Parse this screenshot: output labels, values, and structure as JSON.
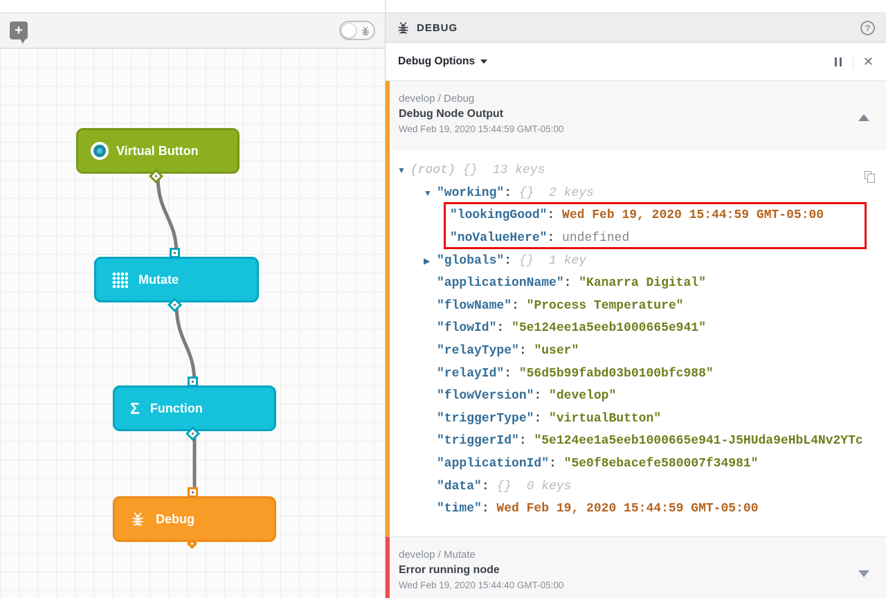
{
  "canvas": {
    "add_note_glyph": "+",
    "nodes": [
      {
        "id": "virtual-button",
        "label": "Virtual Button"
      },
      {
        "id": "mutate",
        "label": "Mutate"
      },
      {
        "id": "function",
        "label": "Function"
      },
      {
        "id": "debug",
        "label": "Debug"
      }
    ]
  },
  "panel": {
    "title": "DEBUG",
    "help_glyph": "?",
    "options_label": "Debug Options",
    "close_glyph": "✕",
    "messages": [
      {
        "breadcrumb": "develop / Debug",
        "title": "Debug Node Output",
        "timestamp": "Wed Feb 19, 2020 15:44:59 GMT-05:00",
        "state": "expanded",
        "accent_color": "#f5a129"
      },
      {
        "breadcrumb": "develop / Mutate",
        "title": "Error running node",
        "timestamp": "Wed Feb 19, 2020 15:44:40 GMT-05:00",
        "state": "collapsed",
        "accent_color": "#ef4b53"
      }
    ],
    "json_tree": {
      "lines": [
        {
          "indent": 0,
          "arrow": "down",
          "label": "(root)",
          "meta": "{}  13 keys"
        },
        {
          "indent": 2,
          "arrow": "down",
          "key": "\"working\"",
          "meta": "{}  2 keys"
        },
        {
          "indent": 4,
          "key": "\"lookingGood\"",
          "value": "Wed Feb 19, 2020 15:44:59 GMT-05:00",
          "value_type": "date",
          "highlight": true
        },
        {
          "indent": 4,
          "key": "\"noValueHere\"",
          "value": "undefined",
          "value_type": "undefined",
          "highlight": true
        },
        {
          "indent": 2,
          "arrow": "right",
          "key": "\"globals\"",
          "meta": "{}  1 key"
        },
        {
          "indent": 3,
          "key": "\"applicationName\"",
          "value": "\"Kanarra Digital\"",
          "value_type": "string"
        },
        {
          "indent": 3,
          "key": "\"flowName\"",
          "value": "\"Process Temperature\"",
          "value_type": "string"
        },
        {
          "indent": 3,
          "key": "\"flowId\"",
          "value": "\"5e124ee1a5eeb1000665e941\"",
          "value_type": "string"
        },
        {
          "indent": 3,
          "key": "\"relayType\"",
          "value": "\"user\"",
          "value_type": "string"
        },
        {
          "indent": 3,
          "key": "\"relayId\"",
          "value": "\"56d5b99fabd03b0100bfc988\"",
          "value_type": "string"
        },
        {
          "indent": 3,
          "key": "\"flowVersion\"",
          "value": "\"develop\"",
          "value_type": "string"
        },
        {
          "indent": 3,
          "key": "\"triggerType\"",
          "value": "\"virtualButton\"",
          "value_type": "string"
        },
        {
          "indent": 3,
          "key": "\"triggerId\"",
          "value": "\"5e124ee1a5eeb1000665e941-J5HUda9eHbL4Nv2YTc",
          "value_type": "string"
        },
        {
          "indent": 3,
          "key": "\"applicationId\"",
          "value": "\"5e0f8ebacefe580007f34981\"",
          "value_type": "string"
        },
        {
          "indent": 3,
          "key": "\"data\"",
          "meta": "{}  0 keys"
        },
        {
          "indent": 3,
          "key": "\"time\"",
          "value": "Wed Feb 19, 2020 15:44:59 GMT-05:00",
          "value_type": "date"
        }
      ]
    }
  },
  "colors": {
    "node_green": "#8caf20",
    "node_cyan": "#16c1dc",
    "node_orange": "#f89b27",
    "wire_gray": "#7c7c7c",
    "key_blue": "#336e99",
    "string_olive": "#6d7f1c",
    "date_orange": "#b4631e",
    "highlight_red": "#e80c0c",
    "accent_orange": "#f5a129",
    "accent_red": "#ef4b53"
  }
}
